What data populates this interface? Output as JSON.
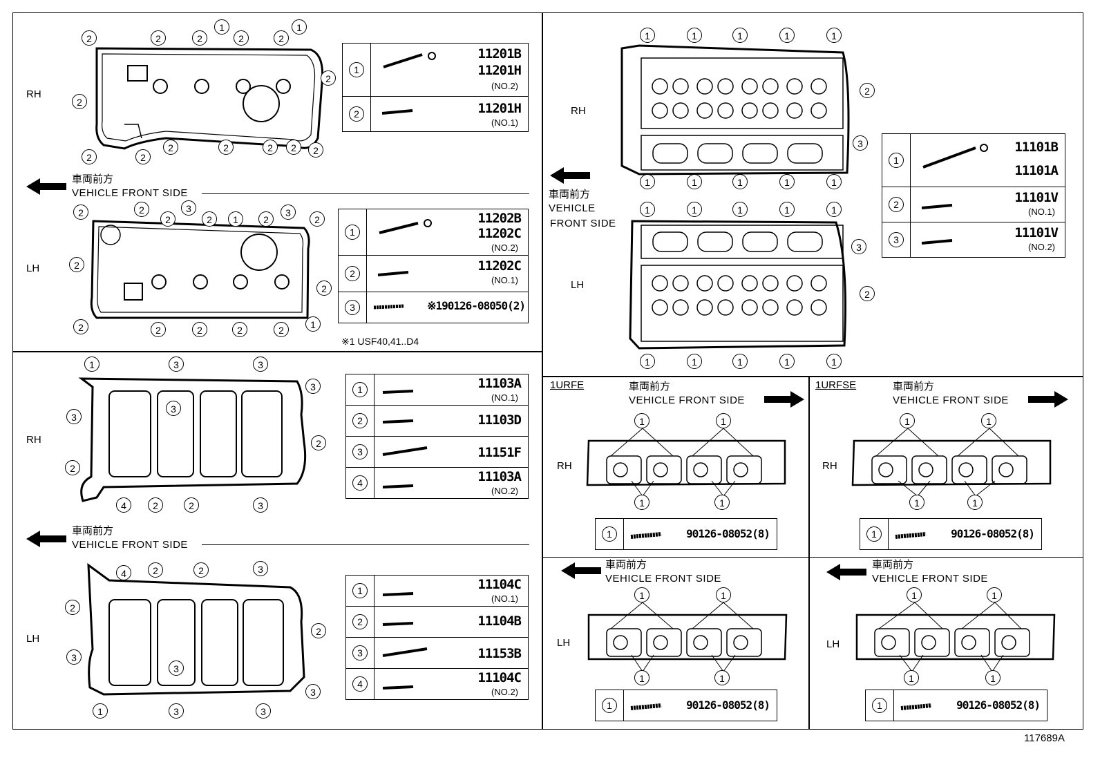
{
  "figure_id": "117689A",
  "labels": {
    "rh": "RH",
    "lh": "LH",
    "front_jp": "車両前方",
    "front_en": "VEHICLE FRONT SIDE",
    "front_en_line1": "VEHICLE",
    "front_en_line2": "FRONT SIDE"
  },
  "footnote": "※1 USF40,41..D4",
  "model_1urfe": "1URFE",
  "model_1urfse": "1URFSE",
  "cam_cover_rh": [
    {
      "idx": "1",
      "parts": [
        "11201B",
        "11201H"
      ],
      "note": "(NO.2)"
    },
    {
      "idx": "2",
      "parts": [
        "11201H"
      ],
      "note": "(NO.1)"
    }
  ],
  "cam_cover_lh": [
    {
      "idx": "1",
      "parts": [
        "11202B",
        "11202C"
      ],
      "note": "(NO.2)"
    },
    {
      "idx": "2",
      "parts": [
        "11202C"
      ],
      "note": "(NO.1)"
    },
    {
      "idx": "3",
      "parts": [
        "※190126-08050(2)"
      ],
      "note": ""
    }
  ],
  "head_bolts": [
    {
      "idx": "1",
      "parts": [
        "11101B",
        "11101A"
      ],
      "note": ""
    },
    {
      "idx": "2",
      "parts": [
        "11101V"
      ],
      "note": "(NO.1)"
    },
    {
      "idx": "3",
      "parts": [
        "11101V"
      ],
      "note": "(NO.2)"
    }
  ],
  "lower_rh": [
    {
      "idx": "1",
      "parts": [
        "11103A"
      ],
      "note": "(NO.1)"
    },
    {
      "idx": "2",
      "parts": [
        "11103D"
      ],
      "note": ""
    },
    {
      "idx": "3",
      "parts": [
        "11151F"
      ],
      "note": ""
    },
    {
      "idx": "4",
      "parts": [
        "11103A"
      ],
      "note": "(NO.2)"
    }
  ],
  "lower_lh": [
    {
      "idx": "1",
      "parts": [
        "11104C"
      ],
      "note": "(NO.1)"
    },
    {
      "idx": "2",
      "parts": [
        "11104B"
      ],
      "note": ""
    },
    {
      "idx": "3",
      "parts": [
        "11153B"
      ],
      "note": ""
    },
    {
      "idx": "4",
      "parts": [
        "11104C"
      ],
      "note": "(NO.2)"
    }
  ],
  "stud_part": {
    "idx": "1",
    "part": "90126-08052(8)"
  },
  "callouts": {
    "c1": "1",
    "c2": "2",
    "c3": "3",
    "c4": "4"
  }
}
